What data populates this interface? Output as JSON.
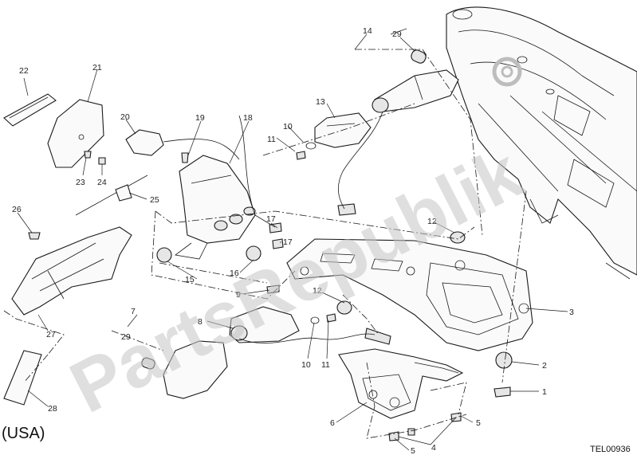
{
  "labels": [
    "1",
    "2",
    "3",
    "4",
    "5",
    "5",
    "6",
    "7",
    "29",
    "8",
    "9",
    "10",
    "11",
    "10",
    "11",
    "12",
    "12",
    "13",
    "14",
    "29",
    "15",
    "16",
    "17",
    "17",
    "18",
    "19",
    "20",
    "21",
    "22",
    "23",
    "24",
    "25",
    "26",
    "27",
    "28"
  ],
  "watermark": "PartsRepublik",
  "region_note": "(USA)",
  "drawing_code": "TEL00936"
}
